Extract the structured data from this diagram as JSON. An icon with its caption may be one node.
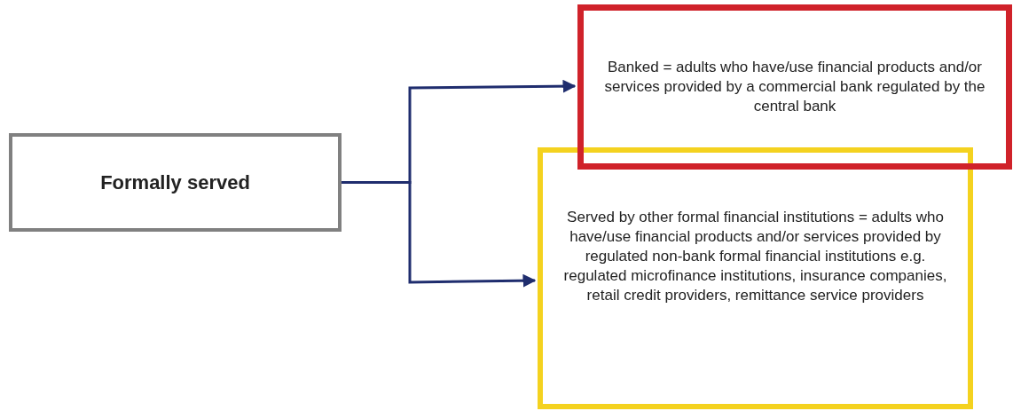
{
  "diagram": {
    "nodes": [
      {
        "text": [
          "Formally served"
        ]
      },
      {
        "text": [
          "Banked = adults who have/use financial products and/or services provided by a commercial bank regulated by the central bank"
        ]
      },
      {
        "text": [
          "Served by other formal financial institutions = adults who have/use financial products and/or services provided by regulated non-bank formal financial institutions e.g. regulated microfinance institutions, insurance companies, retail credit providers, remittance service providers"
        ]
      }
    ],
    "edges": [
      {
        "from": 0,
        "to": 1,
        "arrow": "to"
      },
      {
        "from": 0,
        "to": 2,
        "arrow": "to"
      }
    ]
  }
}
